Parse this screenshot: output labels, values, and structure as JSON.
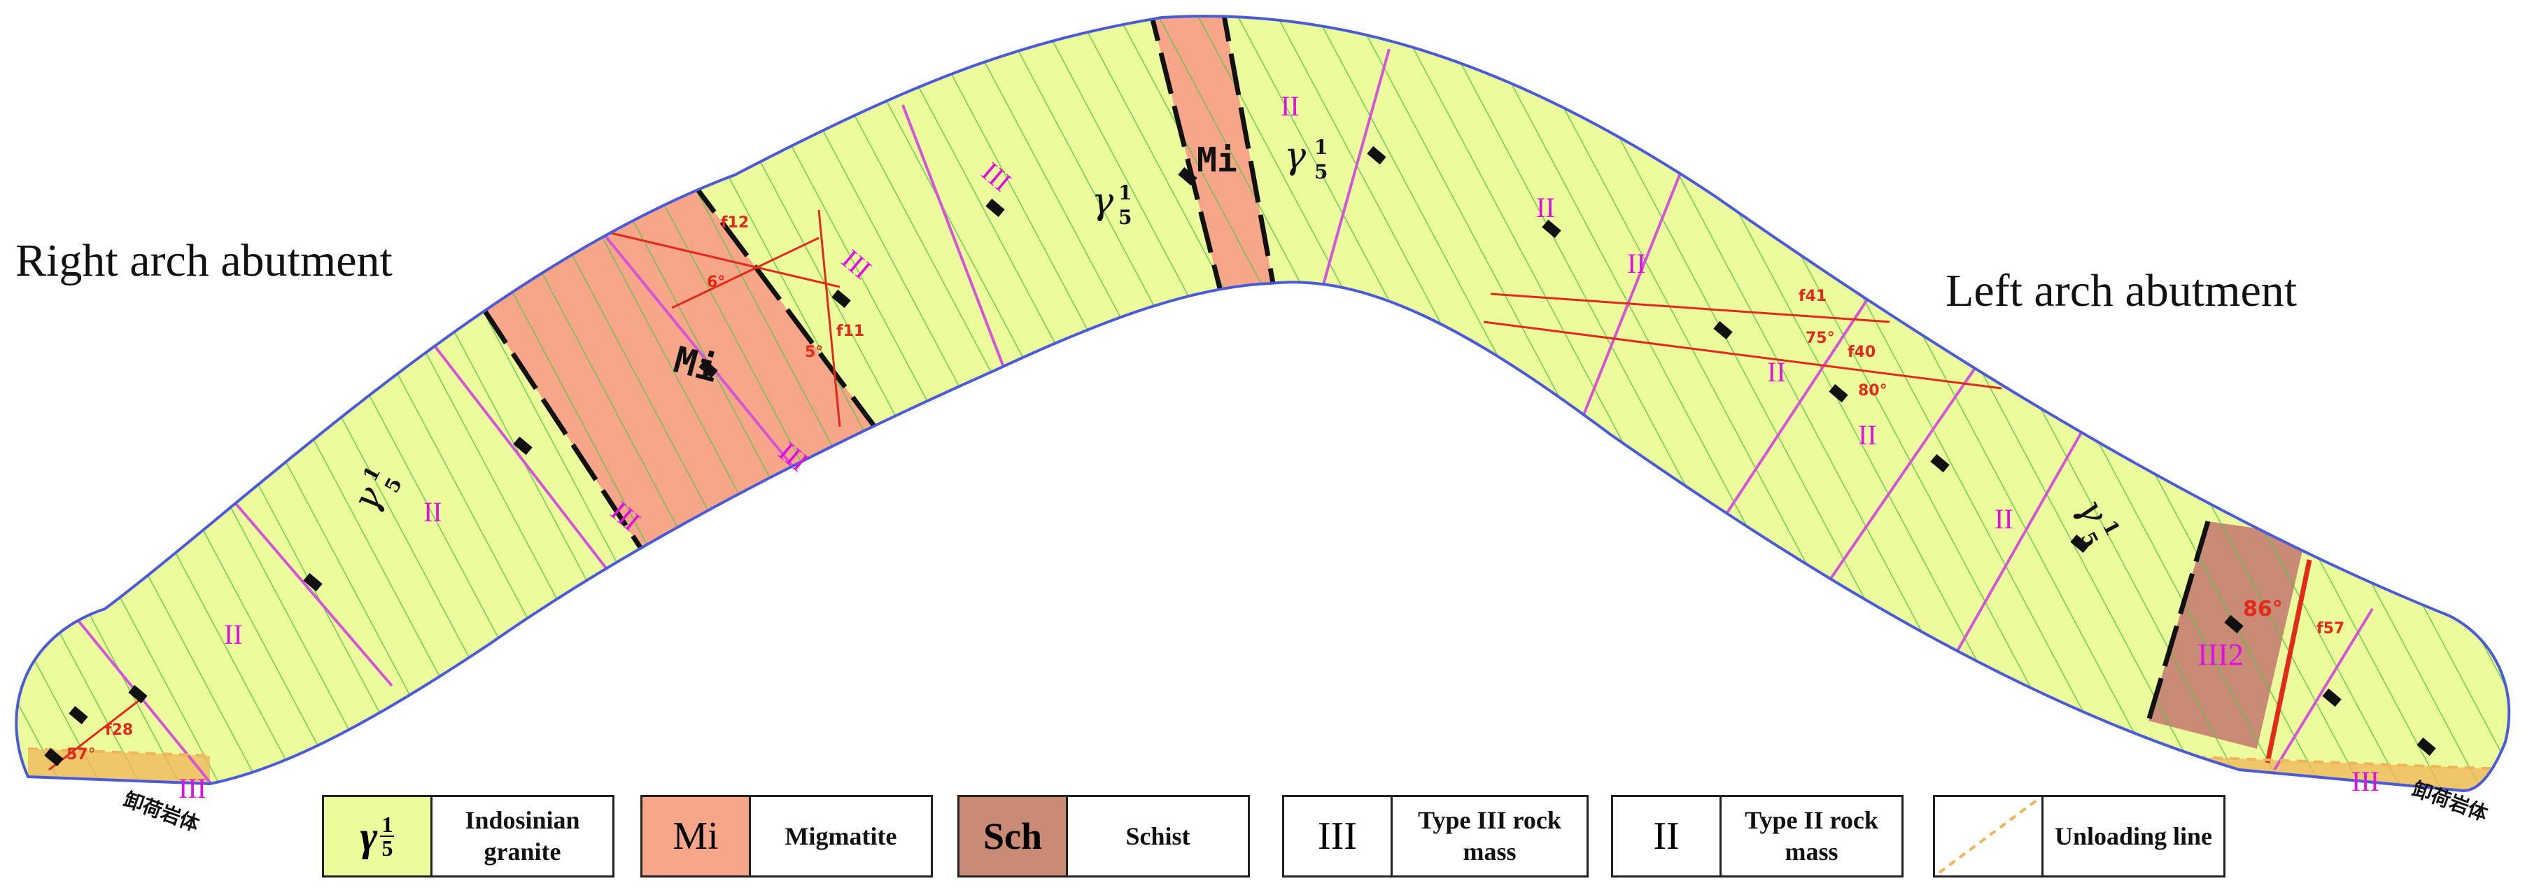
{
  "labels": {
    "right_abutment": "Right arch abutment",
    "left_abutment": "Left arch abutment",
    "unloading_rock_left": "卸荷岩体",
    "unloading_rock_right": "卸荷岩体"
  },
  "zones": {
    "gamma_symbol": "γ",
    "gamma_sup": "1",
    "gamma_sub": "5",
    "migmatite": "Mi",
    "type_II": "II",
    "type_III": "III",
    "type_III2": "III2"
  },
  "faults": {
    "f11": "f11",
    "f12": "f12",
    "f40": "f40",
    "f41": "f41",
    "f57": "f57",
    "f28": "f28",
    "angle_86": "86°",
    "angle_75": "75°",
    "angle_80": "80°",
    "angle_5": "5°",
    "angle_6": "6°",
    "angle_57": "57°"
  },
  "legend": {
    "granite_symbol_main": "γ",
    "granite_symbol_num": "1",
    "granite_symbol_den": "5",
    "granite_text": "Indosinian granite",
    "migmatite_symbol": "Mi",
    "migmatite_text": "Migmatite",
    "schist_symbol": "Sch",
    "schist_text": "Schist",
    "type3_symbol": "III",
    "type3_text": "Type III rock mass",
    "type2_symbol": "II",
    "type2_text": "Type II rock mass",
    "unloading_text": "Unloading line"
  },
  "colors": {
    "granite": "#ecfc9c",
    "migmatite": "#f7a68a",
    "schist": "#c98a76",
    "outline": "#4a5ad8",
    "joint": "#56c646",
    "type_boundary": "#d455d8",
    "fault": "#e32a1a",
    "class_label": "#e010e0",
    "unloading": "#f2b45a"
  }
}
